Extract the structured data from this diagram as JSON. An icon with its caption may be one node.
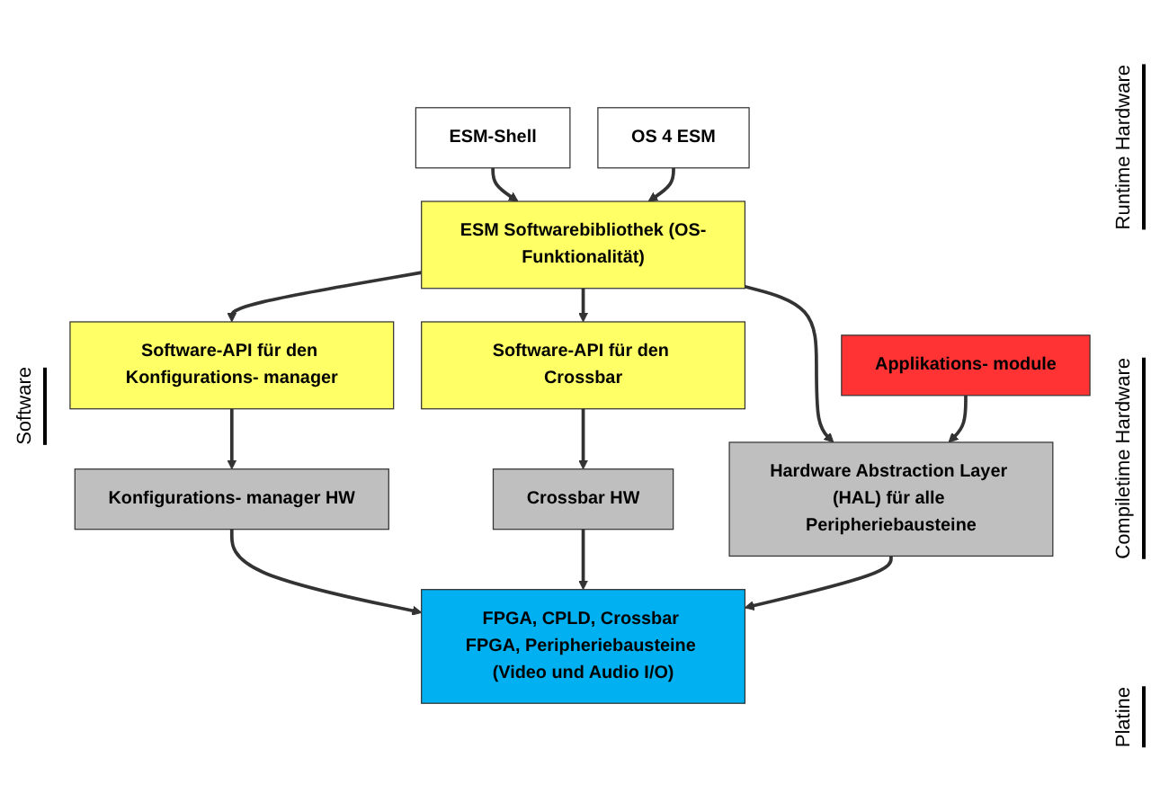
{
  "diagram": {
    "nodes": [
      {
        "text": [
          "ESM-Shell"
        ]
      },
      {
        "text": [
          "OS 4 ESM"
        ]
      },
      {
        "text": [
          "Applikations- module"
        ]
      },
      {
        "text": [
          "ESM Softwarebibliothek (OS-Funktionalität)"
        ]
      },
      {
        "text": [
          "Software-API für den Konfigurations- manager"
        ]
      },
      {
        "text": [
          "Software-API für den Crossbar"
        ]
      },
      {
        "text": [
          "Hardware Abstraction Layer (HAL) für alle Peripheriebausteine"
        ]
      },
      {
        "text": [
          "Konfigurations- manager HW"
        ]
      },
      {
        "text": [
          "Crossbar HW"
        ]
      },
      {
        "text": [
          "FPGA, CPLD, Crossbar FPGA, Peripheriebausteine (Video und Audio I/O)"
        ]
      }
    ],
    "edges": [
      {
        "from": 0,
        "to": 3,
        "arrow": "to"
      },
      {
        "from": 1,
        "to": 3,
        "arrow": "to"
      },
      {
        "from": 3,
        "to": 4,
        "arrow": "to"
      },
      {
        "from": 3,
        "to": 5,
        "arrow": "to"
      },
      {
        "from": 3,
        "to": 6,
        "arrow": "to"
      },
      {
        "from": 2,
        "to": 6,
        "arrow": "to"
      },
      {
        "from": 4,
        "to": 7,
        "arrow": "to"
      },
      {
        "from": 5,
        "to": 8,
        "arrow": "to"
      },
      {
        "from": 7,
        "to": 9,
        "arrow": "to"
      },
      {
        "from": 8,
        "to": 9,
        "arrow": "to"
      },
      {
        "from": 6,
        "to": 9,
        "arrow": "to"
      }
    ],
    "labels": [
      "Software",
      "Runtime Hardware",
      "Compiletime Hardware",
      "Platine"
    ]
  }
}
